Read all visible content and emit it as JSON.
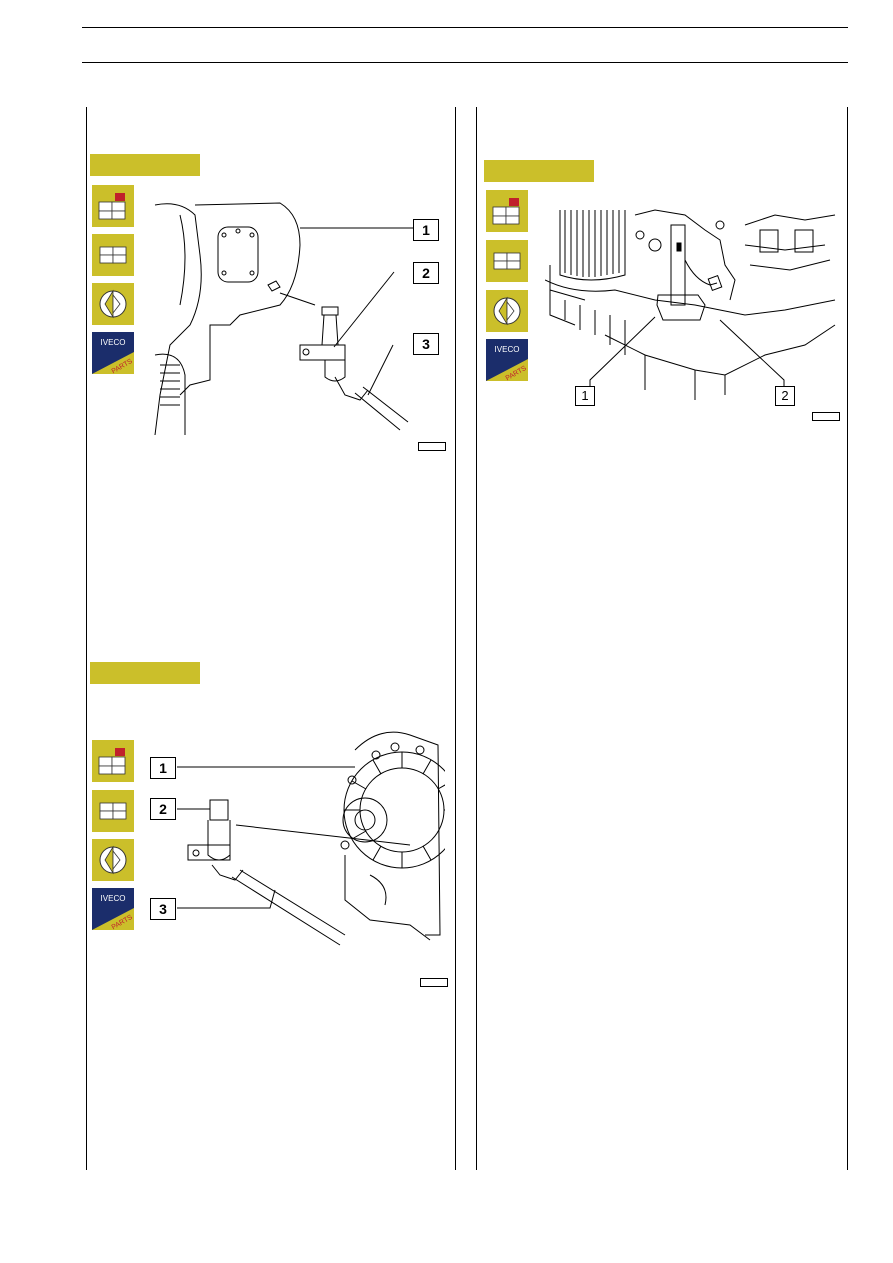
{
  "page": {
    "header_rule": true,
    "colors": {
      "tab": "#cbbf2a",
      "icon_bg": "#cbbf2a",
      "iveco_bg": "#1b2d6b",
      "flag": "#c0212b"
    }
  },
  "figure_a": {
    "callouts": [
      "1",
      "2",
      "3"
    ],
    "icons": [
      "remove-refit-icon",
      "disassemble-icon",
      "adjust-icon",
      "iveco-parts-icon"
    ]
  },
  "figure_b": {
    "callouts": [
      "1",
      "2",
      "3"
    ],
    "icons": [
      "remove-refit-icon",
      "disassemble-icon",
      "adjust-icon",
      "iveco-parts-icon"
    ]
  },
  "figure_c": {
    "callouts": [
      "1",
      "2"
    ],
    "icons": [
      "remove-refit-icon",
      "disassemble-icon",
      "adjust-icon",
      "iveco-parts-icon"
    ]
  },
  "iveco_icon": {
    "brand": "IVECO",
    "sub": "PARTS"
  }
}
